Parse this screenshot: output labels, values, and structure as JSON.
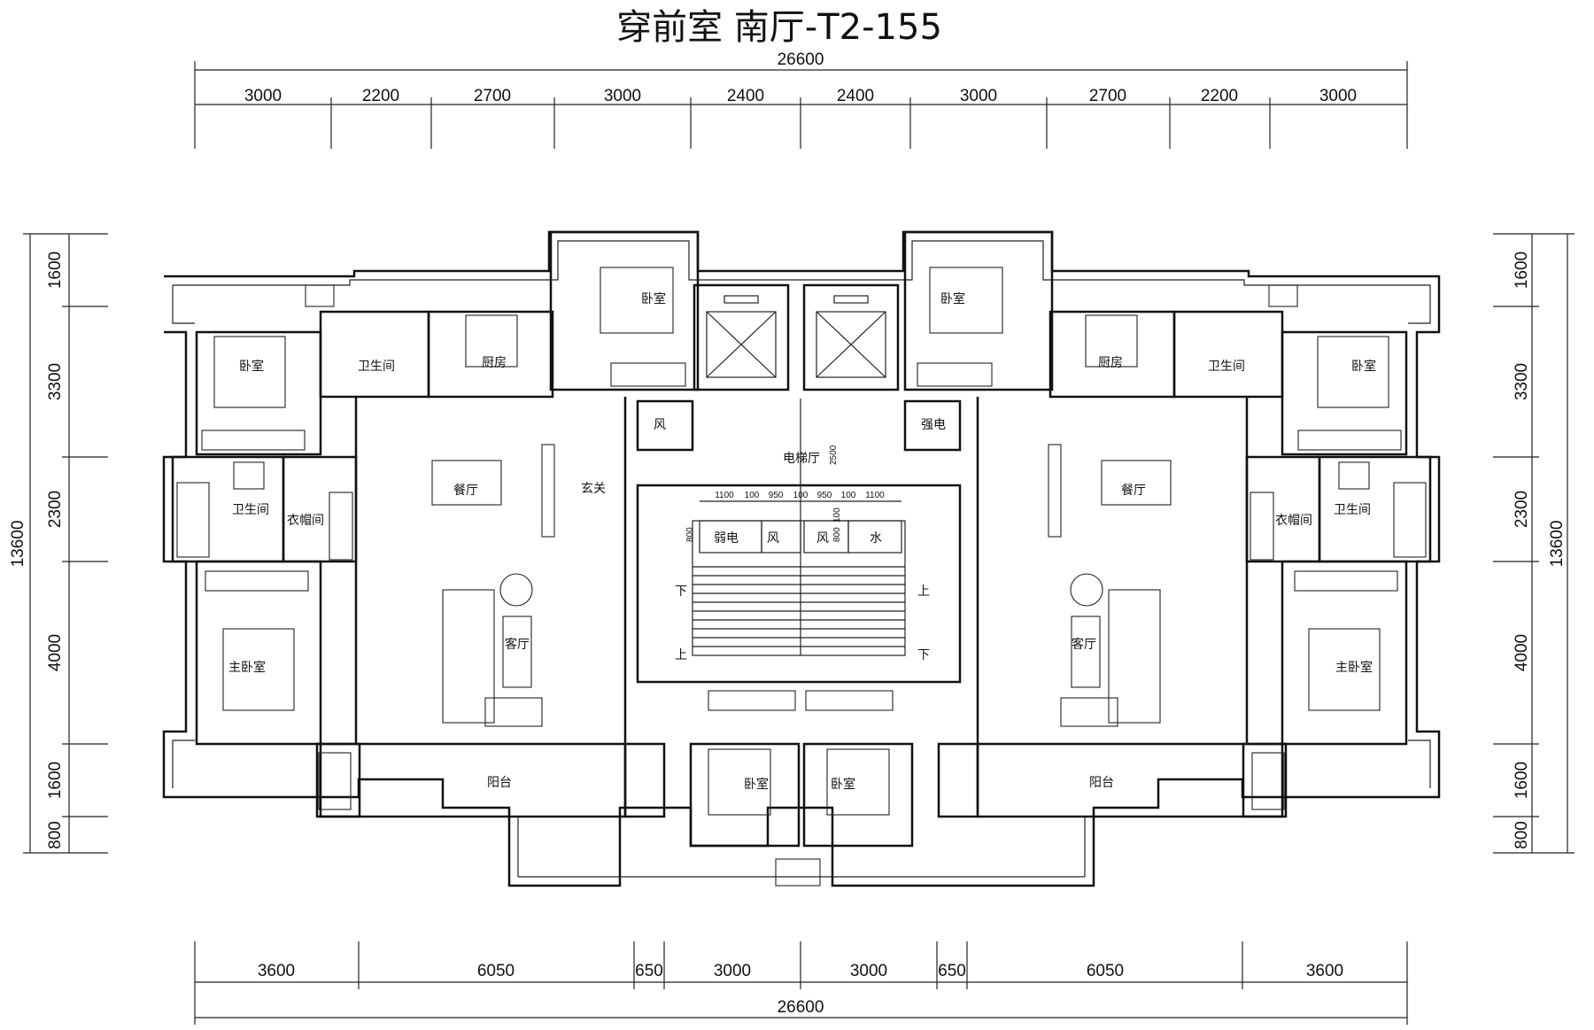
{
  "title": "穿前室  南厅-T2-155",
  "top_dims": {
    "total": "26600",
    "segments": [
      "3000",
      "2200",
      "2700",
      "3000",
      "2400",
      "2400",
      "3000",
      "2700",
      "2200",
      "3000"
    ]
  },
  "bottom_dims": {
    "total": "26600",
    "segments": [
      "3600",
      "6050",
      "650",
      "3000",
      "3000",
      "650",
      "6050",
      "3600"
    ]
  },
  "left_dims": {
    "total": "13600",
    "segments": [
      "1600",
      "3300",
      "2300",
      "4000",
      "1600",
      "800"
    ]
  },
  "right_dims": {
    "total": "13600",
    "segments": [
      "1600",
      "3300",
      "2300",
      "4000",
      "1600",
      "800"
    ]
  },
  "core_dims": {
    "widths": [
      "1100",
      "100",
      "950",
      "100",
      "950",
      "100",
      "1100"
    ],
    "depth": "800",
    "small_100": "100",
    "small_800": "800",
    "hall_depth": "2500"
  },
  "rooms": {
    "bedroom": "卧室",
    "master_bedroom": "主卧室",
    "bathroom": "卫生间",
    "kitchen": "厨房",
    "dining": "餐厅",
    "living": "客厅",
    "foyer": "玄关",
    "cloakroom": "衣帽间",
    "balcony": "阳台",
    "elevator_hall": "电梯厅",
    "strong_elec": "强电",
    "weak_elec": "弱电",
    "wind": "风",
    "water": "水",
    "up": "上",
    "down": "下"
  }
}
